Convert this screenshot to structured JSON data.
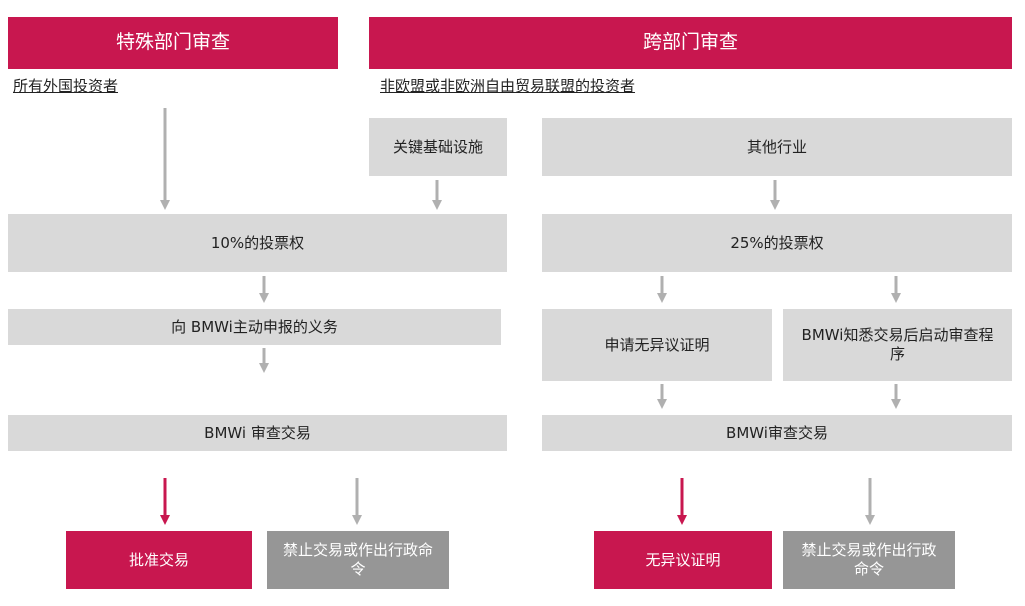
{
  "colors": {
    "accent": "#c8174f",
    "box": "#d9d9d9",
    "reject": "#969696",
    "arrow": "#b0b0b0"
  },
  "left": {
    "header": "特殊部门审查",
    "scope": "所有外国投资者",
    "threshold": "10%的投票权",
    "obligation": "向 BMWi主动申报的义务",
    "review": "BMWi 审查交易",
    "approve": "批准交易",
    "prohibit": "禁止交易或作出行政命令"
  },
  "right": {
    "header": "跨部门审查",
    "scope": "非欧盟或非欧洲自由贸易联盟的投资者",
    "critical": "关键基础设施",
    "other": "其他行业",
    "threshold": "25%的投票权",
    "apply": "申请无异议证明",
    "initiate": "BMWi知悉交易后启动审查程序",
    "review": "BMWi审查交易",
    "approve": "无异议证明",
    "prohibit": "禁止交易或作出行政命令"
  }
}
